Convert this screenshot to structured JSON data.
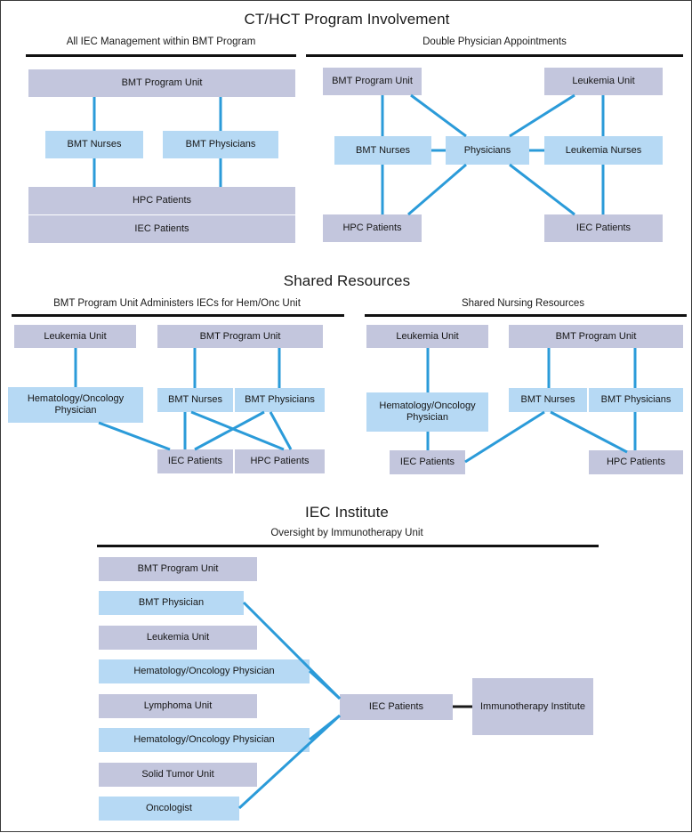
{
  "figure": {
    "sections": [
      {
        "id": "ct-hct",
        "title": "CT/HCT Program Involvement",
        "panels": [
          {
            "id": "all-iec-management",
            "title": "All IEC Management within BMT Program",
            "nodes": [
              {
                "id": "bmt-program-unit",
                "label": "BMT Program Unit",
                "kind": "gray"
              },
              {
                "id": "bmt-nurses",
                "label": "BMT Nurses",
                "kind": "blue"
              },
              {
                "id": "bmt-physicians",
                "label": "BMT Physicians",
                "kind": "blue"
              },
              {
                "id": "hpc-patients",
                "label": "HPC Patients",
                "kind": "gray"
              },
              {
                "id": "iec-patients",
                "label": "IEC Patients",
                "kind": "gray"
              }
            ],
            "links": [
              {
                "from": "bmt-program-unit",
                "to": "bmt-nurses"
              },
              {
                "from": "bmt-program-unit",
                "to": "bmt-physicians"
              },
              {
                "from": "bmt-nurses",
                "to": "hpc-patients"
              },
              {
                "from": "bmt-physicians",
                "to": "hpc-patients"
              }
            ]
          },
          {
            "id": "double-physician-appointments",
            "title": "Double Physician Appointments",
            "nodes": [
              {
                "id": "bmt-program-unit",
                "label": "BMT Program Unit",
                "kind": "gray"
              },
              {
                "id": "leukemia-unit",
                "label": "Leukemia Unit",
                "kind": "gray"
              },
              {
                "id": "bmt-nurses",
                "label": "BMT Nurses",
                "kind": "blue"
              },
              {
                "id": "physicians",
                "label": "Physicians",
                "kind": "blue"
              },
              {
                "id": "leukemia-nurses",
                "label": "Leukemia Nurses",
                "kind": "blue"
              },
              {
                "id": "hpc-patients",
                "label": "HPC Patients",
                "kind": "gray"
              },
              {
                "id": "iec-patients",
                "label": "IEC Patients",
                "kind": "gray"
              }
            ],
            "links": [
              {
                "from": "bmt-program-unit",
                "to": "bmt-nurses"
              },
              {
                "from": "bmt-program-unit",
                "to": "physicians"
              },
              {
                "from": "leukemia-unit",
                "to": "physicians"
              },
              {
                "from": "leukemia-unit",
                "to": "leukemia-nurses"
              },
              {
                "from": "bmt-nurses",
                "to": "physicians"
              },
              {
                "from": "physicians",
                "to": "leukemia-nurses"
              },
              {
                "from": "bmt-nurses",
                "to": "hpc-patients"
              },
              {
                "from": "physicians",
                "to": "hpc-patients"
              },
              {
                "from": "physicians",
                "to": "iec-patients"
              },
              {
                "from": "leukemia-nurses",
                "to": "iec-patients"
              }
            ]
          }
        ]
      },
      {
        "id": "shared-resources",
        "title": "Shared Resources",
        "panels": [
          {
            "id": "bmt-administers-iecs",
            "title": "BMT Program Unit Administers IECs for Hem/Onc Unit",
            "nodes": [
              {
                "id": "leukemia-unit",
                "label": "Leukemia Unit",
                "kind": "gray"
              },
              {
                "id": "bmt-program-unit",
                "label": "BMT Program Unit",
                "kind": "gray"
              },
              {
                "id": "hemonc-physician",
                "label": "Hematology/Oncology Physician",
                "kind": "blue"
              },
              {
                "id": "bmt-nurses",
                "label": "BMT Nurses",
                "kind": "blue"
              },
              {
                "id": "bmt-physicians",
                "label": "BMT Physicians",
                "kind": "blue"
              },
              {
                "id": "iec-patients",
                "label": "IEC Patients",
                "kind": "gray"
              },
              {
                "id": "hpc-patients",
                "label": "HPC Patients",
                "kind": "gray"
              }
            ],
            "links": [
              {
                "from": "leukemia-unit",
                "to": "hemonc-physician"
              },
              {
                "from": "bmt-program-unit",
                "to": "bmt-nurses"
              },
              {
                "from": "bmt-program-unit",
                "to": "bmt-physicians"
              },
              {
                "from": "hemonc-physician",
                "to": "iec-patients"
              },
              {
                "from": "bmt-nurses",
                "to": "iec-patients"
              },
              {
                "from": "bmt-nurses",
                "to": "hpc-patients"
              },
              {
                "from": "bmt-physicians",
                "to": "iec-patients"
              },
              {
                "from": "bmt-physicians",
                "to": "hpc-patients"
              }
            ]
          },
          {
            "id": "shared-nursing-resources",
            "title": "Shared Nursing Resources",
            "nodes": [
              {
                "id": "leukemia-unit",
                "label": "Leukemia Unit",
                "kind": "gray"
              },
              {
                "id": "bmt-program-unit",
                "label": "BMT Program Unit",
                "kind": "gray"
              },
              {
                "id": "hemonc-physician",
                "label": "Hematology/Oncology Physician",
                "kind": "blue"
              },
              {
                "id": "bmt-nurses",
                "label": "BMT Nurses",
                "kind": "blue"
              },
              {
                "id": "bmt-physicians",
                "label": "BMT Physicians",
                "kind": "blue"
              },
              {
                "id": "iec-patients",
                "label": "IEC Patients",
                "kind": "gray"
              },
              {
                "id": "hpc-patients",
                "label": "HPC Patients",
                "kind": "gray"
              }
            ],
            "links": [
              {
                "from": "leukemia-unit",
                "to": "hemonc-physician"
              },
              {
                "from": "bmt-program-unit",
                "to": "bmt-nurses"
              },
              {
                "from": "bmt-program-unit",
                "to": "bmt-physicians"
              },
              {
                "from": "hemonc-physician",
                "to": "iec-patients"
              },
              {
                "from": "bmt-nurses",
                "to": "iec-patients"
              },
              {
                "from": "bmt-nurses",
                "to": "hpc-patients"
              },
              {
                "from": "bmt-physicians",
                "to": "hpc-patients"
              }
            ]
          }
        ]
      },
      {
        "id": "iec-institute",
        "title": "IEC Institute",
        "panels": [
          {
            "id": "oversight-by-immunotherapy-unit",
            "title": "Oversight by Immunotherapy Unit",
            "nodes": [
              {
                "id": "bmt-program-unit",
                "label": "BMT Program Unit",
                "kind": "gray"
              },
              {
                "id": "bmt-physician",
                "label": "BMT Physician",
                "kind": "blue"
              },
              {
                "id": "leukemia-unit",
                "label": "Leukemia Unit",
                "kind": "gray"
              },
              {
                "id": "hemonc-physician-1",
                "label": "Hematology/Oncology Physician",
                "kind": "blue"
              },
              {
                "id": "lymphoma-unit",
                "label": "Lymphoma Unit",
                "kind": "gray"
              },
              {
                "id": "hemonc-physician-2",
                "label": "Hematology/Oncology Physician",
                "kind": "blue"
              },
              {
                "id": "solid-tumor-unit",
                "label": "Solid Tumor Unit",
                "kind": "gray"
              },
              {
                "id": "oncologist",
                "label": "Oncologist",
                "kind": "blue"
              },
              {
                "id": "iec-patients",
                "label": "IEC Patients",
                "kind": "gray"
              },
              {
                "id": "immunotherapy-institute",
                "label": "Immunotherapy Institute",
                "kind": "gray"
              }
            ],
            "links": [
              {
                "from": "bmt-physician",
                "to": "iec-patients"
              },
              {
                "from": "hemonc-physician-1",
                "to": "iec-patients"
              },
              {
                "from": "hemonc-physician-2",
                "to": "iec-patients"
              },
              {
                "from": "oncologist",
                "to": "iec-patients"
              },
              {
                "from": "iec-patients",
                "to": "immunotherapy-institute",
                "style": "black"
              }
            ]
          }
        ]
      }
    ]
  },
  "colors": {
    "unit_box": "#c3c6dd",
    "role_box": "#b6d9f4",
    "connector": "#2b9bd9",
    "connector_black": "#1a1a1a",
    "rule": "#111111",
    "frame_border": "#3a3a3a"
  },
  "labels": {
    "s1_title": "CT/HCT Program Involvement",
    "s1_p1_title": "All IEC Management within BMT Program",
    "s1_p2_title": "Double Physician Appointments",
    "s2_title": "Shared Resources",
    "s2_p1_title": "BMT Program Unit Administers IECs for Hem/Onc Unit",
    "s2_p2_title": "Shared Nursing Resources",
    "s3_title": "IEC Institute",
    "s3_p1_title": "Oversight by Immunotherapy Unit",
    "bmt_program_unit": "BMT Program Unit",
    "bmt_nurses": "BMT Nurses",
    "bmt_physicians": "BMT Physicians",
    "bmt_physician": "BMT Physician",
    "hpc_patients": "HPC Patients",
    "iec_patients": "IEC Patients",
    "leukemia_unit": "Leukemia Unit",
    "leukemia_nurses": "Leukemia Nurses",
    "physicians": "Physicians",
    "hemonc_physician": "Hematology/Oncology Physician",
    "lymphoma_unit": "Lymphoma Unit",
    "solid_tumor_unit": "Solid Tumor Unit",
    "oncologist": "Oncologist",
    "immunotherapy_institute": "Immunotherapy Institute"
  }
}
